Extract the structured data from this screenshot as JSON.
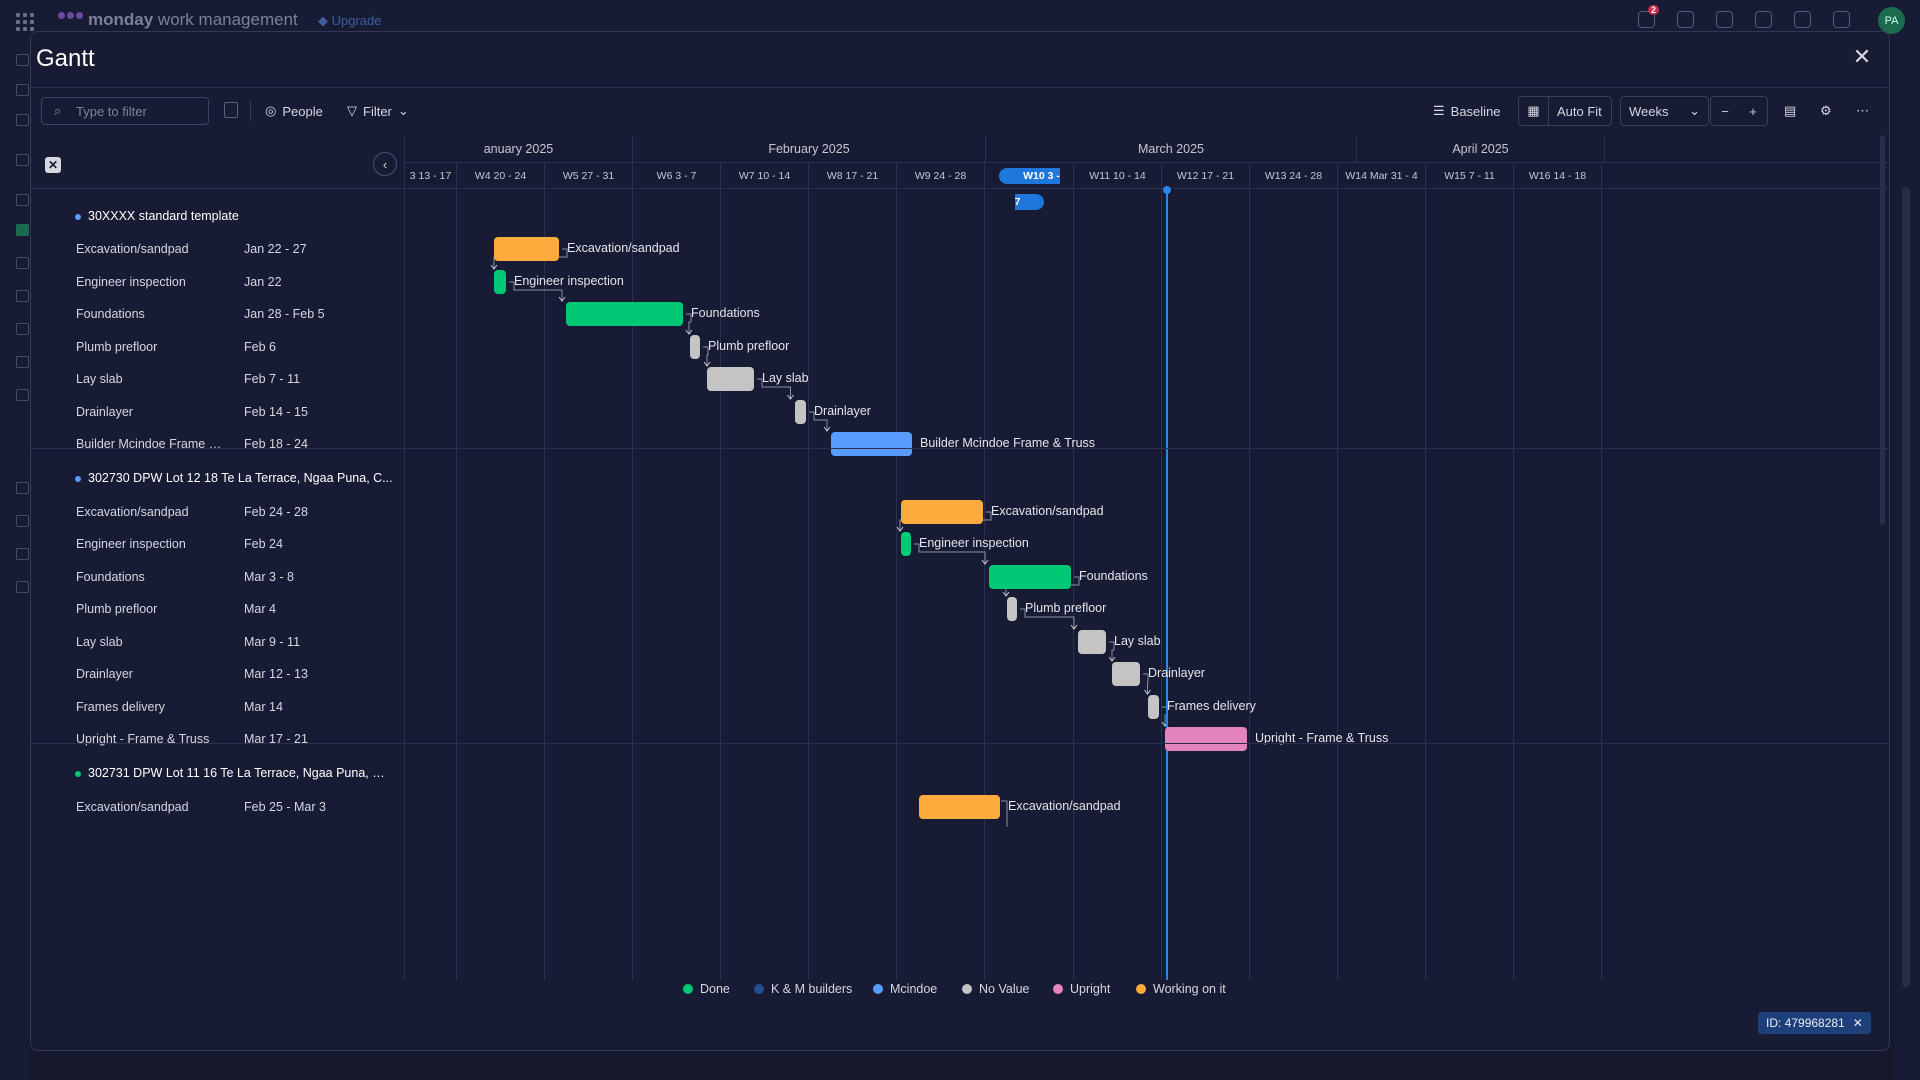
{
  "app": {
    "brand_bold": "monday",
    "brand_rest": " work management",
    "upgrade_label": "Upgrade",
    "notification_count": "2",
    "avatar_initials": "PA"
  },
  "modal": {
    "title": "Gantt"
  },
  "toolbar": {
    "filter_placeholder": "Type to filter",
    "people_label": "People",
    "filter_label": "Filter",
    "baseline_label": "Baseline",
    "autofit_label": "Auto Fit",
    "scale_value": "Weeks"
  },
  "timeline": {
    "months": [
      "anuary 2025",
      "February 2025",
      "March 2025",
      "April 2025"
    ],
    "weeks": [
      "3 13 - 17",
      "W4 20 - 24",
      "W5 27 - 31",
      "W6 3 - 7",
      "W7 10 - 14",
      "W8 17 - 21",
      "W9 24 - 28",
      "W10 3 - 7",
      "W11 10 - 14",
      "W12 17 - 21",
      "W13 24 - 28",
      "W14 Mar 31 - 4",
      "W15 7 - 11",
      "W16 14 - 18"
    ],
    "current_week_index": 7
  },
  "groups": [
    {
      "name": "30XXXX standard template",
      "color": "#579bfc",
      "items": [
        {
          "name": "Excavation/sandpad",
          "date": "Jan 22 - 27",
          "status": "Working on it"
        },
        {
          "name": "Engineer inspection",
          "date": "Jan 22",
          "status": "Done"
        },
        {
          "name": "Foundations",
          "date": "Jan 28 - Feb 5",
          "status": "Done"
        },
        {
          "name": "Plumb prefloor",
          "date": "Feb 6",
          "status": "No Value"
        },
        {
          "name": "Lay slab",
          "date": "Feb 7 - 11",
          "status": "No Value"
        },
        {
          "name": "Drainlayer",
          "date": "Feb 14 - 15",
          "status": "No Value"
        },
        {
          "name": "Builder Mcindoe Frame & Truss",
          "date": "Feb 18 - 24",
          "status": "Mcindoe"
        }
      ]
    },
    {
      "name": "302730 DPW Lot 12 18 Te La Terrace, Ngaa Puna, C...",
      "color": "#579bfc",
      "items": [
        {
          "name": "Excavation/sandpad",
          "date": "Feb 24 - 28",
          "status": "Working on it"
        },
        {
          "name": "Engineer inspection",
          "date": "Feb 24",
          "status": "Done"
        },
        {
          "name": "Foundations",
          "date": "Mar 3 - 8",
          "status": "Done"
        },
        {
          "name": "Plumb prefloor",
          "date": "Mar 4",
          "status": "No Value"
        },
        {
          "name": "Lay slab",
          "date": "Mar 9 - 11",
          "status": "No Value"
        },
        {
          "name": "Drainlayer",
          "date": "Mar 12 - 13",
          "status": "No Value"
        },
        {
          "name": "Frames delivery",
          "date": "Mar 14",
          "status": "No Value"
        },
        {
          "name": "Upright - Frame & Truss",
          "date": "Mar 17 - 21",
          "status": "Upright"
        }
      ]
    },
    {
      "name": "302731 DPW Lot 11 16 Te La Terrace, Ngaa Puna, Ca...",
      "color": "#00c875",
      "items": [
        {
          "name": "Excavation/sandpad",
          "date": "Feb 25 - Mar 3",
          "status": "Working on it"
        }
      ]
    }
  ],
  "status_colors": {
    "Done": "#00c875",
    "K & M builders": "#225091",
    "Mcindoe": "#579bfc",
    "No Value": "#c4c4c4",
    "Upright": "#e484bd",
    "Working on it": "#fdab3d"
  },
  "legend": [
    "Done",
    "K & M builders",
    "Mcindoe",
    "No Value",
    "Upright",
    "Working on it"
  ],
  "id_chip": {
    "label": "ID: 479968281"
  }
}
